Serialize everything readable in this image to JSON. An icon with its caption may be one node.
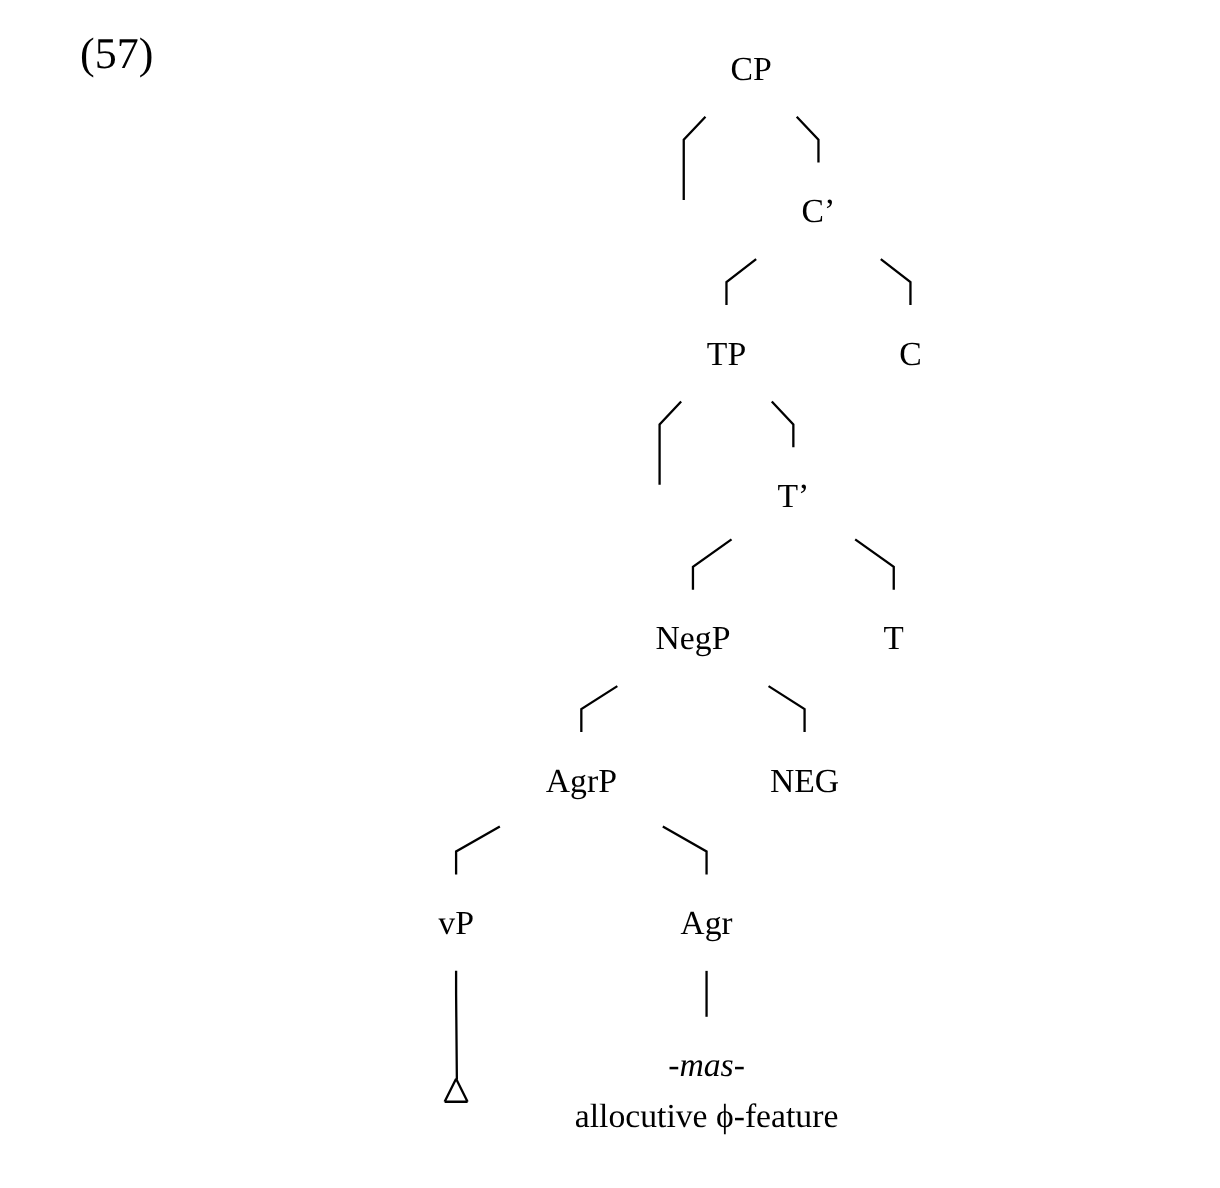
{
  "diagram": {
    "nodes": [
      {
        "text": [
          "CP"
        ]
      },
      {
        "text": [
          "C’"
        ]
      },
      {
        "text": [
          "TP"
        ]
      },
      {
        "text": [
          "C"
        ]
      },
      {
        "text": [
          "T’"
        ]
      },
      {
        "text": [
          "NegP"
        ]
      },
      {
        "text": [
          "T"
        ]
      },
      {
        "text": [
          "AgrP"
        ]
      },
      {
        "text": [
          "NEG"
        ]
      },
      {
        "text": [
          "vP"
        ]
      },
      {
        "text": [
          "Agr"
        ]
      },
      {
        "text": [],
        "shape": "triangle"
      },
      {
        "text": [
          "*-mas-*",
          "allocutive ϕ-feature"
        ]
      }
    ],
    "edges": [
      {
        "from": 0,
        "to": null,
        "arrow": "none"
      },
      {
        "from": 0,
        "to": 1,
        "arrow": "none"
      },
      {
        "from": 1,
        "to": 2,
        "arrow": "none"
      },
      {
        "from": 1,
        "to": 3,
        "arrow": "none"
      },
      {
        "from": 2,
        "to": null,
        "arrow": "none"
      },
      {
        "from": 2,
        "to": 4,
        "arrow": "none"
      },
      {
        "from": 4,
        "to": 5,
        "arrow": "none"
      },
      {
        "from": 4,
        "to": 6,
        "arrow": "none"
      },
      {
        "from": 5,
        "to": 7,
        "arrow": "none"
      },
      {
        "from": 5,
        "to": 8,
        "arrow": "none"
      },
      {
        "from": 7,
        "to": 9,
        "arrow": "none"
      },
      {
        "from": 7,
        "to": 10,
        "arrow": "none"
      },
      {
        "from": 9,
        "to": 11,
        "arrow": "none"
      },
      {
        "from": 10,
        "to": 12,
        "arrow": "none"
      }
    ],
    "labels": [
      "(57)"
    ]
  }
}
